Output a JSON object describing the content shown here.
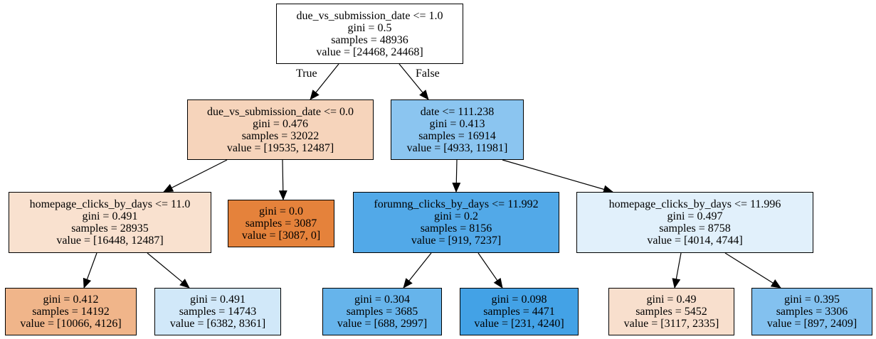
{
  "tree": {
    "nodes": [
      {
        "id": "n0",
        "lines": [
          "due_vs_submission_date <= 1.0",
          "gini = 0.5",
          "samples = 48936",
          "value = [24468, 24468]"
        ],
        "fill": "#ffffff"
      },
      {
        "id": "n1",
        "lines": [
          "due_vs_submission_date <= 0.0",
          "gini = 0.476",
          "samples = 32022",
          "value = [19535, 12487]"
        ],
        "fill": "#f6d4bb"
      },
      {
        "id": "n2",
        "lines": [
          "date <= 111.238",
          "gini = 0.413",
          "samples = 16914",
          "value = [4933, 11981]"
        ],
        "fill": "#8bc5f0"
      },
      {
        "id": "n3",
        "lines": [
          "homepage_clicks_by_days <= 11.0",
          "gini = 0.491",
          "samples = 28935",
          "value = [16448, 12487]"
        ],
        "fill": "#f9e1cf"
      },
      {
        "id": "n4",
        "lines": [
          "gini = 0.0",
          "samples = 3087",
          "value = [3087, 0]"
        ],
        "fill": "#e5823b"
      },
      {
        "id": "n5",
        "lines": [
          "forumng_clicks_by_days <= 11.992",
          "gini = 0.2",
          "samples = 8156",
          "value = [919, 7237]"
        ],
        "fill": "#52a9e8"
      },
      {
        "id": "n6",
        "lines": [
          "homepage_clicks_by_days <= 11.996",
          "gini = 0.497",
          "samples = 8758",
          "value = [4014, 4744]"
        ],
        "fill": "#e1f0fb"
      },
      {
        "id": "n7",
        "lines": [
          "gini = 0.412",
          "samples = 14192",
          "value = [10066, 4126]"
        ],
        "fill": "#f0b58a"
      },
      {
        "id": "n8",
        "lines": [
          "gini = 0.491",
          "samples = 14743",
          "value = [6382, 8361]"
        ],
        "fill": "#d1e8f9"
      },
      {
        "id": "n9",
        "lines": [
          "gini = 0.304",
          "samples = 3685",
          "value = [688, 2997]"
        ],
        "fill": "#66b4eb"
      },
      {
        "id": "n10",
        "lines": [
          "gini = 0.098",
          "samples = 4471",
          "value = [231, 4240]"
        ],
        "fill": "#43a2e6"
      },
      {
        "id": "n11",
        "lines": [
          "gini = 0.49",
          "samples = 5452",
          "value = [3117, 2335]"
        ],
        "fill": "#f8dfcd"
      },
      {
        "id": "n12",
        "lines": [
          "gini = 0.395",
          "samples = 3306",
          "value = [897, 2409]"
        ],
        "fill": "#83c1ef"
      }
    ],
    "edges": [
      {
        "from": "n0",
        "to": "n1",
        "label": "True"
      },
      {
        "from": "n0",
        "to": "n2",
        "label": "False"
      },
      {
        "from": "n1",
        "to": "n3",
        "label": ""
      },
      {
        "from": "n1",
        "to": "n4",
        "label": ""
      },
      {
        "from": "n2",
        "to": "n5",
        "label": ""
      },
      {
        "from": "n2",
        "to": "n6",
        "label": ""
      },
      {
        "from": "n3",
        "to": "n7",
        "label": ""
      },
      {
        "from": "n3",
        "to": "n8",
        "label": ""
      },
      {
        "from": "n5",
        "to": "n9",
        "label": ""
      },
      {
        "from": "n5",
        "to": "n10",
        "label": ""
      },
      {
        "from": "n6",
        "to": "n11",
        "label": ""
      },
      {
        "from": "n6",
        "to": "n12",
        "label": ""
      }
    ]
  }
}
